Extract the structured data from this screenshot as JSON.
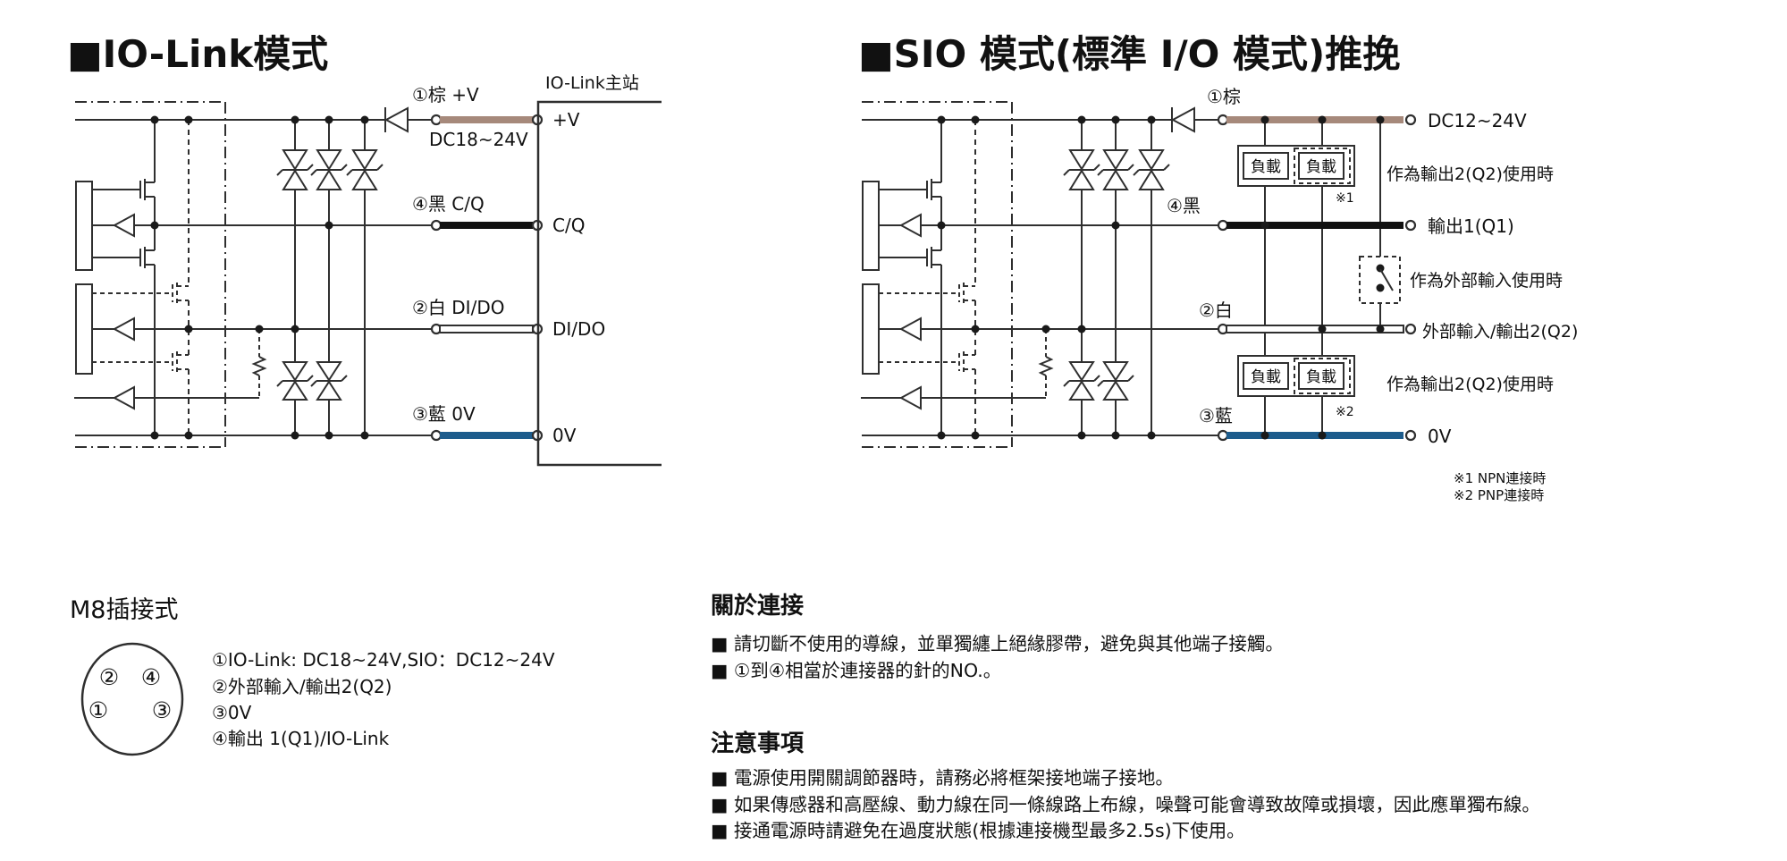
{
  "colors": {
    "brown": "#A6897B",
    "blue": "#1D5C8C",
    "light_blue": "#C9E3F4",
    "line": "#2F2F2F"
  },
  "io_link": {
    "title": "■IO-Link模式",
    "master": "IO-Link主站",
    "terminal_v": "+V",
    "terminal_cq": "C/Q",
    "terminal_dido": "DI/DO",
    "terminal_ov": "0V",
    "wire_brown": "①棕 +V",
    "wire_brown_sub": "DC18~24V",
    "wire_black": "④黑 C/Q",
    "wire_white": "②白 DI/DO",
    "wire_blue": "③藍 0V"
  },
  "sio": {
    "title": "■SIO 模式(標準 I/O 模式)推挽",
    "wire_brown": "①棕",
    "wire_black": "④黑",
    "wire_white": "②白",
    "wire_blue": "③藍",
    "power": "DC12~24V",
    "q2_use_top": "作為輸出2(Q2)使用時",
    "out1": "輸出1(Q1)",
    "ext_input_use": "作為外部輸入使用時",
    "ext_io": "外部輸入/輸出2(Q2)",
    "q2_use_bottom": "作為輸出2(Q2)使用時",
    "ov": "0V",
    "load_label": "負載",
    "mark1": "※1",
    "mark2": "※2",
    "footnote1": "※1 NPN連接時",
    "footnote2": "※2 PNP連接時"
  },
  "connector": {
    "title": "M8插接式",
    "pin2": "②",
    "pin4": "④",
    "pin1": "①",
    "pin3": "③",
    "legend": [
      "①IO-Link: DC18~24V,SIO：DC12~24V",
      "②外部輸入/輸出2(Q2)",
      "③0V",
      "④輸出 1(Q1)/IO-Link"
    ]
  },
  "about": {
    "title": "關於連接",
    "bullets": [
      "■ 請切斷不使用的導線，並單獨纏上絕緣膠帶，避免與其他端子接觸。",
      "■ ①到④相當於連接器的針的NO.。"
    ]
  },
  "notes": {
    "title": "注意事項",
    "bullets": [
      "■ 電源使用開關調節器時，請務必將框架接地端子接地。",
      "■ 如果傳感器和高壓線、動力線在同一條線路上布線，噪聲可能會導致故障或損壞，因此應單獨布線。",
      "■ 接通電源時請避免在過度狀態(根據連接機型最多2.5s)下使用。"
    ]
  }
}
